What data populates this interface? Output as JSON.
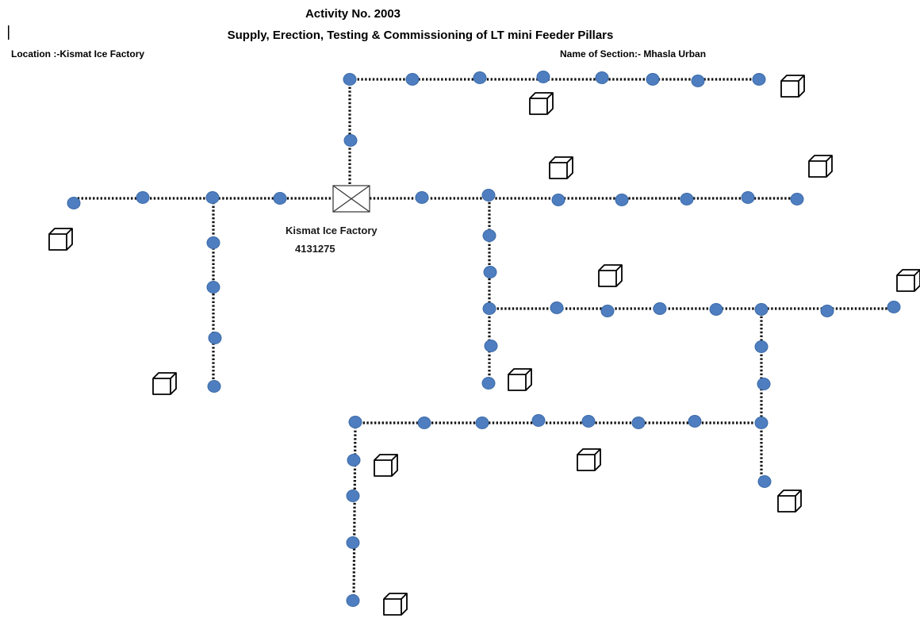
{
  "header": {
    "activity": "Activity No. 2003",
    "work_title": "Supply, Erection, Testing & Commissioning of LT mini Feeder Pillars",
    "location": "Location :-Kismat Ice Factory",
    "section": "Name of Section:- Mhasla Urban"
  },
  "substation": {
    "name": "Kismat Ice Factory",
    "code": "4131275",
    "symbol": "transformer-cross-box"
  },
  "legend_symbols": {
    "pole": "blue-dot",
    "feeder_pillar": "cube-outline",
    "lt_line": "dotted-black"
  },
  "colors": {
    "pole_fill": "#4f7ec0",
    "line": "#111111"
  }
}
